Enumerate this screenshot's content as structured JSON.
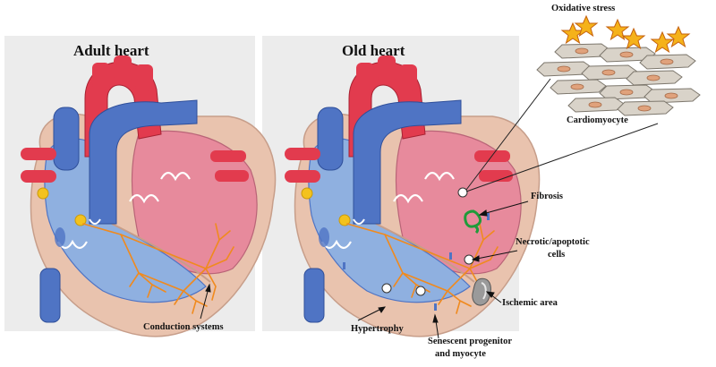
{
  "panels": {
    "adult_title": "Adult heart",
    "old_title": "Old heart"
  },
  "labels": {
    "oxidative_stress": "Oxidative stress",
    "cardiomyocyte": "Cardiomyocyte",
    "fibrosis": "Fibrosis",
    "necrotic_line1": "Necrotic/apoptotic",
    "necrotic_line2": "cells",
    "ischemic_area": "Ischemic area",
    "hypertrophy": "Hypertrophy",
    "senescent_line1": "Senescent progenitor",
    "senescent_line2": "and myocyte",
    "conduction_systems": "Conduction systems"
  },
  "colors": {
    "panel_bg": "#ececec",
    "pericardium": "#e9c3ae",
    "aorta_red": "#e23b4e",
    "vein_blue": "#4f74c4",
    "chamber_blue": "#8fb0e0",
    "chamber_pink": "#e78a9c",
    "conduction_orange": "#f08a1e",
    "node_yellow": "#f3c21d",
    "fibrosis_green": "#1f9b3a",
    "star_gold": "#f5b21a",
    "cell_grey": "#c9c3b8"
  }
}
